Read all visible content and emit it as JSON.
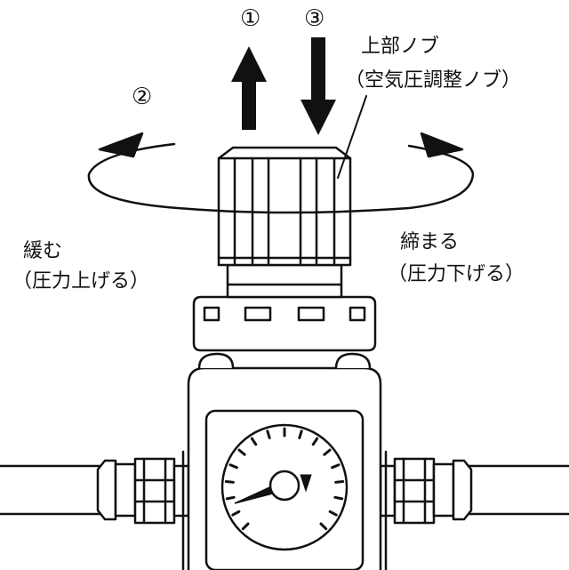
{
  "steps": {
    "step1": "①",
    "step2": "②",
    "step3": "③"
  },
  "callout": {
    "line1": "上部ノブ",
    "line2": "（空気圧調整ノブ）"
  },
  "left_label": {
    "line1": "緩む",
    "line2": "（圧力上げる）"
  },
  "right_label": {
    "line1": "締まる",
    "line2": "（圧力下げる）"
  },
  "colors": {
    "line": "#111111",
    "background": "#ffffff",
    "body_fill": "#e6e6e6"
  },
  "icons": [
    "arrow-up-icon",
    "arrow-down-icon",
    "rotation-arrow-icon",
    "pressure-gauge-icon"
  ]
}
